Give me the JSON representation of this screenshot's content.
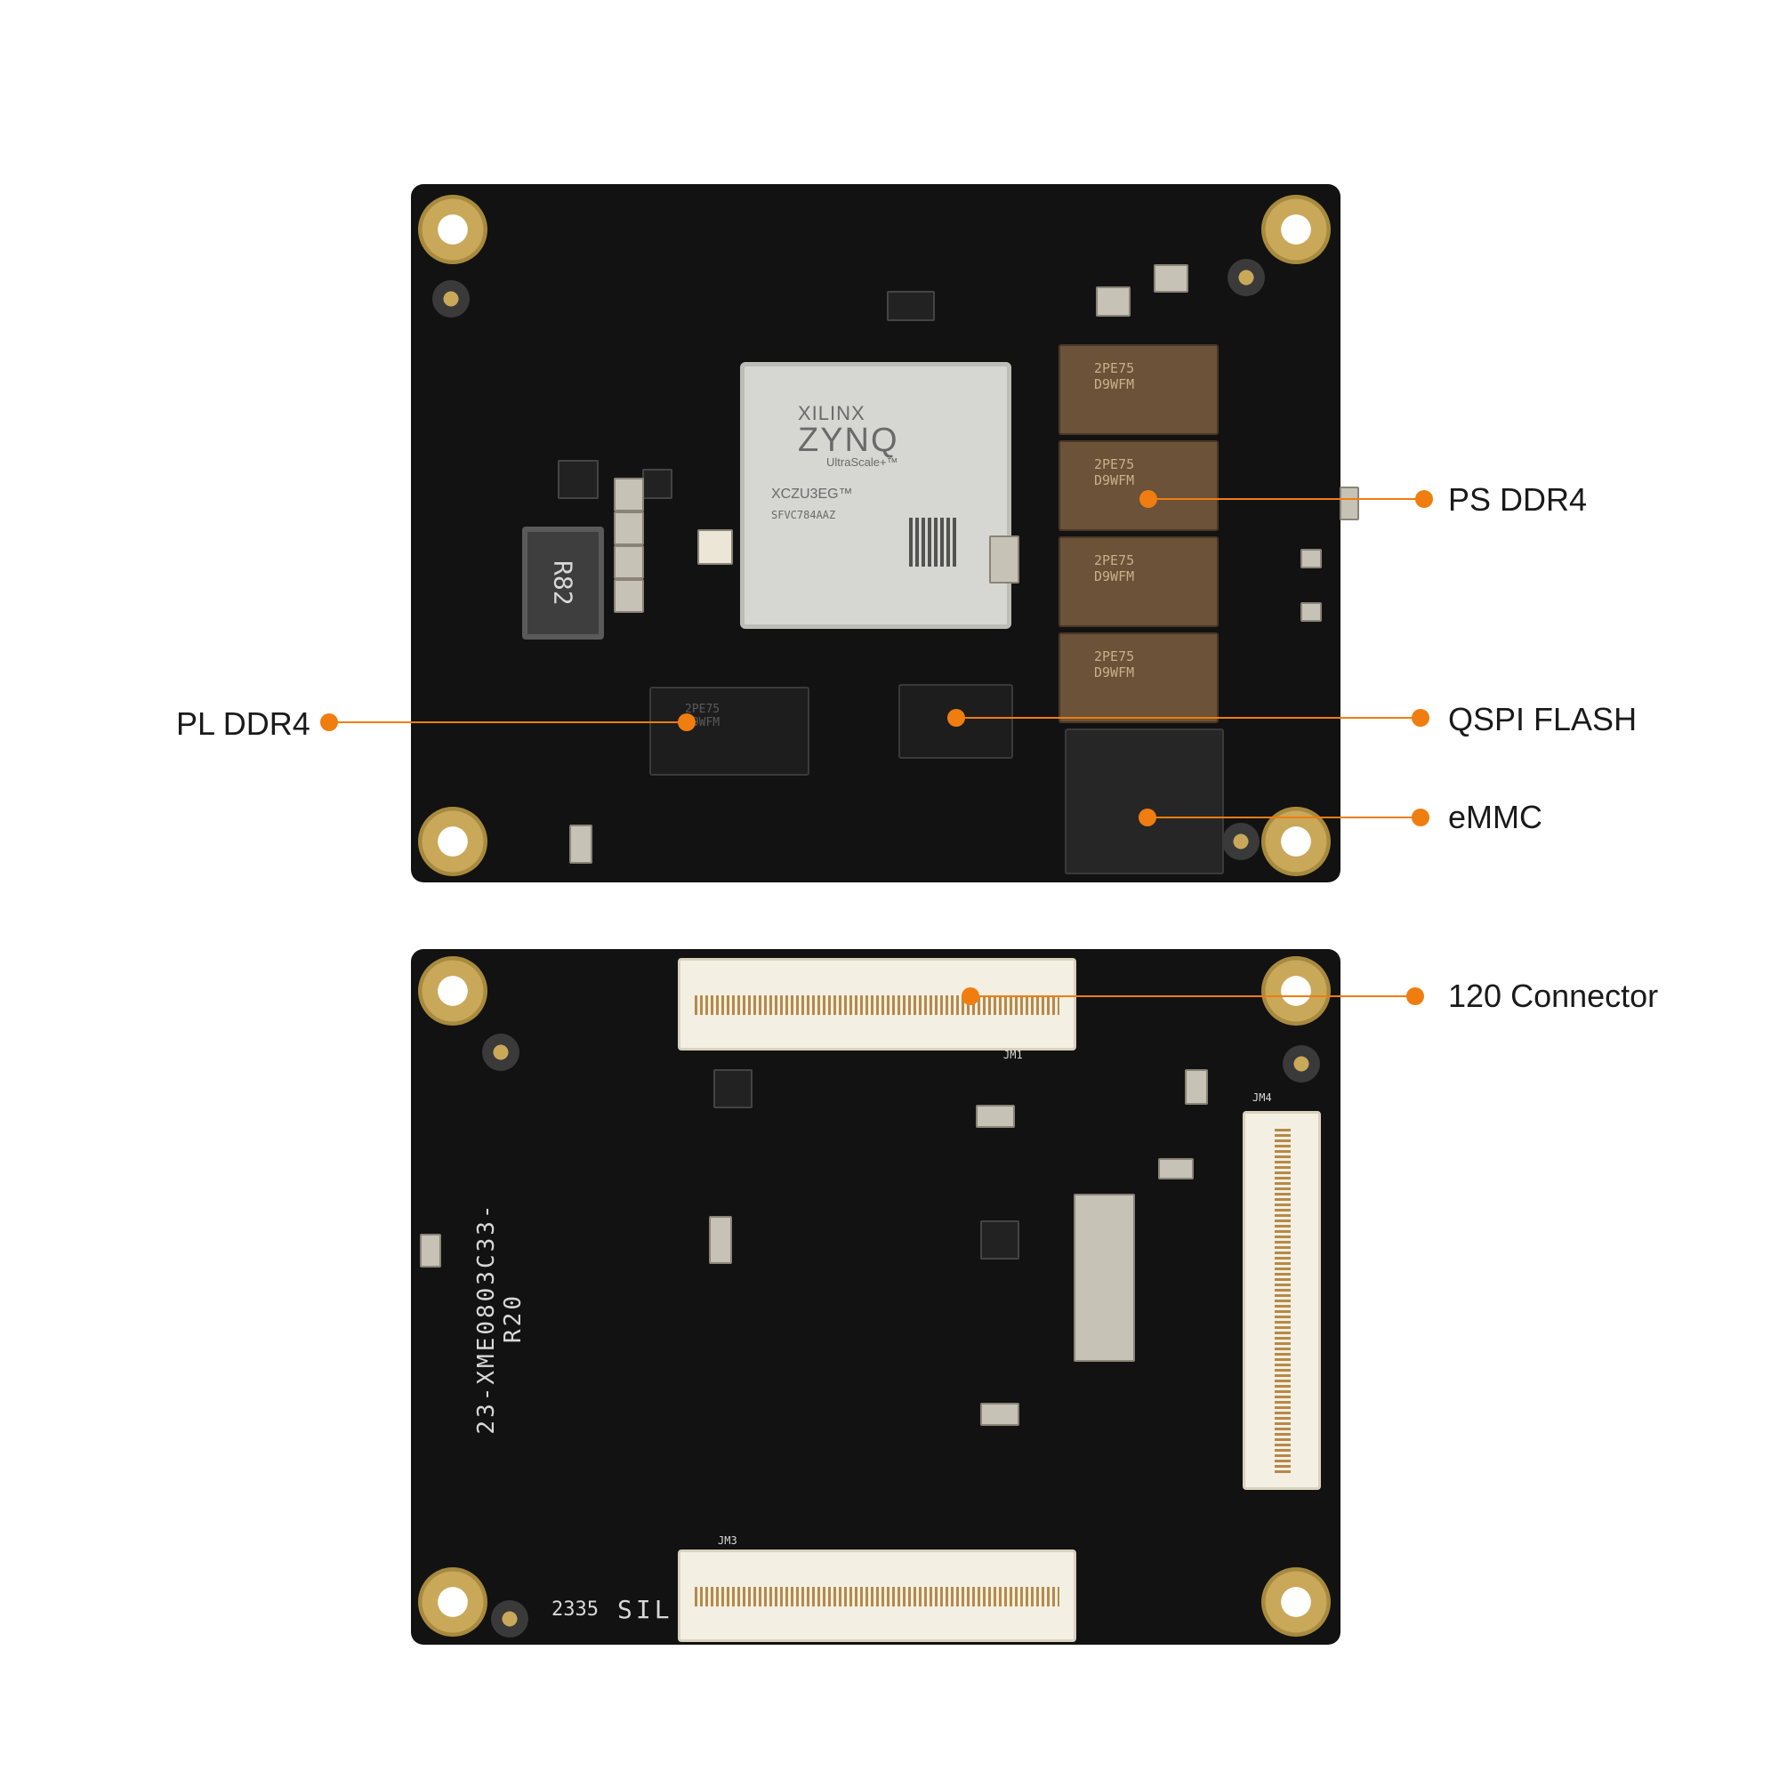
{
  "colors": {
    "accent": "#ef7d10",
    "board": "#121212",
    "gold": "#c9a85a"
  },
  "soc": {
    "brand": "XILINX",
    "family": "ZYNQ",
    "series": "UltraScale+™",
    "part": "XCZU3EG™",
    "package": "SFVC784AAZ"
  },
  "ddr_chip": {
    "line1": "2PE75",
    "line2": "D9WFM"
  },
  "inductor_label": "R82",
  "silkscreen": {
    "board_id": "23-XME0803C33-R20",
    "date_code": "2335",
    "maker": "SIL",
    "jm1": "JM1",
    "jm3": "JM3",
    "jm4": "JM4"
  },
  "callouts": {
    "ps_ddr4": "PS DDR4",
    "pl_ddr4": "PL DDR4",
    "qspi_flash": "QSPI FLASH",
    "emmc": "eMMC",
    "connector_120": "120 Connector"
  }
}
